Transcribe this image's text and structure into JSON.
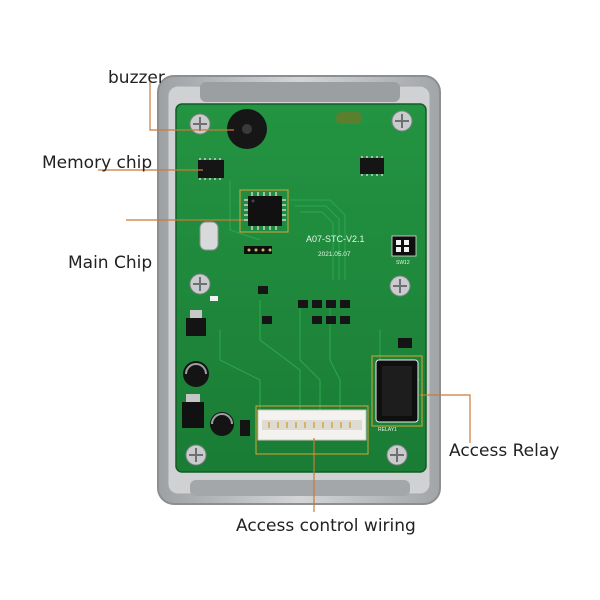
{
  "labels": {
    "buzzer": "buzzer",
    "memory_chip": "Memory chip",
    "main_chip": "Main Chip",
    "access_relay": "Access Relay",
    "access_control_wiring": "Access control wiring"
  },
  "board": {
    "model": "A07-STC-V2.1",
    "date": "2021.05.07",
    "relay_silk": "RELAY1",
    "switch_silk": "SW12"
  },
  "colors": {
    "pcb": "#1f8a3a",
    "pcb_dark": "#15692b",
    "housing": "#b9bcbf",
    "callout_line": "#c97a3a"
  }
}
